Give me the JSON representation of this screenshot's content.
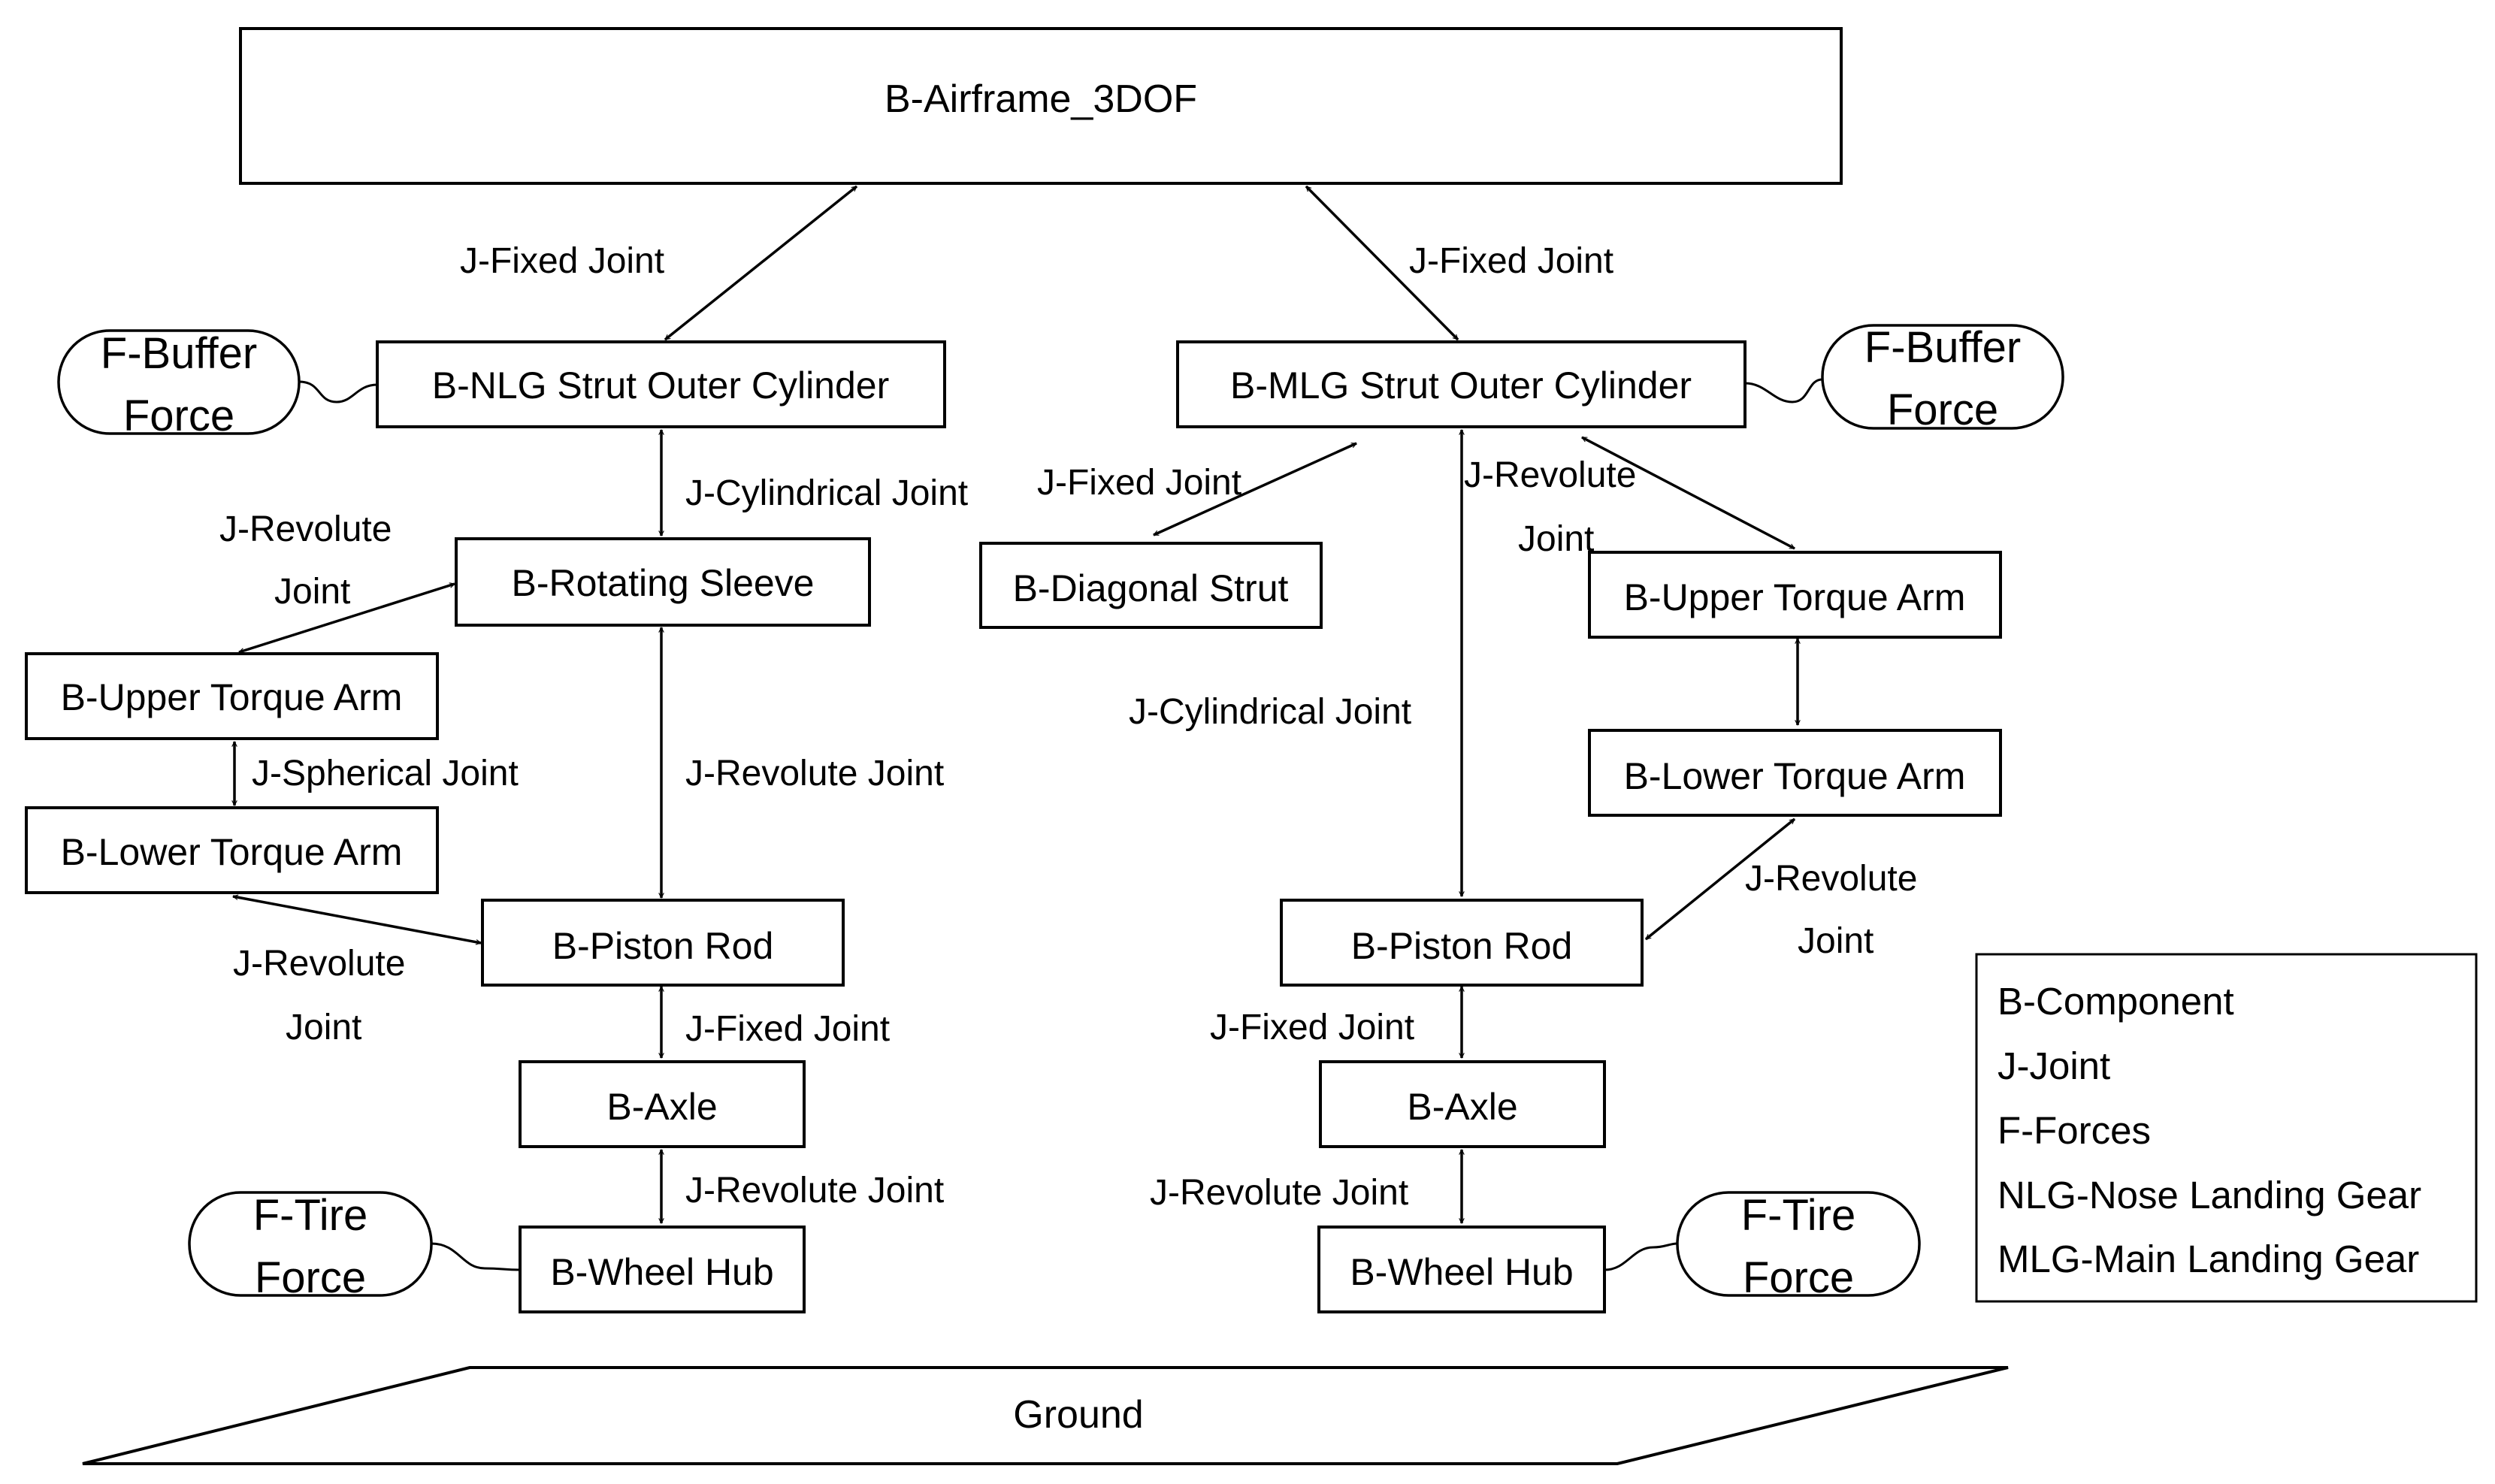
{
  "title_box": "B-Airframe_3DOF",
  "nlg": {
    "outer_cylinder": "B-NLG Strut Outer Cylinder",
    "rotating_sleeve": "B-Rotating Sleeve",
    "upper_torque_arm": "B-Upper Torque Arm",
    "lower_torque_arm": "B-Lower Torque Arm",
    "piston_rod": "B-Piston Rod",
    "axle": "B-Axle",
    "wheel_hub": "B-Wheel Hub",
    "buffer_force": [
      "F-Buffer",
      "Force"
    ],
    "tire_force": [
      "F-Tire",
      "Force"
    ],
    "joints": {
      "airframe_fixed": "J-Fixed Joint",
      "cylindrical": "J-Cylindrical Joint",
      "sleeve_upper_revolute": [
        "J-Revolute",
        "Joint"
      ],
      "spherical": "J-Spherical Joint",
      "sleeve_piston_revolute": "J-Revolute Joint",
      "lower_piston_revolute": [
        "J-Revolute",
        "Joint"
      ],
      "piston_axle_fixed": "J-Fixed Joint",
      "axle_hub_revolute": "J-Revolute Joint"
    }
  },
  "mlg": {
    "outer_cylinder": "B-MLG Strut Outer Cylinder",
    "diagonal_strut": "B-Diagonal Strut",
    "upper_torque_arm": "B-Upper Torque Arm",
    "lower_torque_arm": "B-Lower Torque Arm",
    "piston_rod": "B-Piston Rod",
    "axle": "B-Axle",
    "wheel_hub": "B-Wheel Hub",
    "buffer_force": [
      "F-Buffer",
      "Force"
    ],
    "tire_force": [
      "F-Tire",
      "Force"
    ],
    "joints": {
      "airframe_fixed": "J-Fixed Joint",
      "diagonal_fixed": "J-Fixed Joint",
      "upper_revolute": [
        "J-Revolute",
        "Joint"
      ],
      "cylindrical": "J-Cylindrical Joint",
      "lower_piston_revolute": [
        "J-Revolute",
        "Joint"
      ],
      "piston_axle_fixed": "J-Fixed Joint",
      "axle_hub_revolute": "J-Revolute Joint"
    }
  },
  "ground": "Ground",
  "legend": [
    "B-Component",
    "J-Joint",
    "F-Forces",
    "NLG-Nose Landing Gear",
    "MLG-Main Landing Gear"
  ]
}
